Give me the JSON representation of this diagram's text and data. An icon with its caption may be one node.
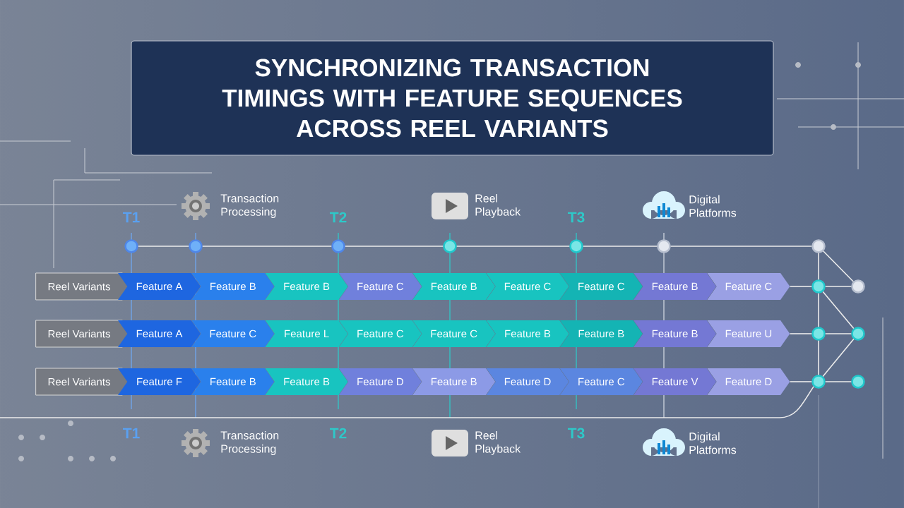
{
  "diagram": {
    "title": "SYNCHRONIZING TRANSACTION TIMINGS WITH FEATURE SEQUENCES ACROSS REEL VARIANTS",
    "nodes": [
      {
        "text": [],
        "shape": "circle"
      },
      {
        "text": [],
        "shape": "circle"
      },
      {
        "text": [],
        "shape": "circle"
      },
      {
        "text": [],
        "shape": "circle"
      },
      {
        "text": [],
        "shape": "circle"
      },
      {
        "text": [],
        "shape": "circle"
      },
      {
        "text": [],
        "shape": "circle"
      },
      {
        "text": [
          "Reel Variants"
        ]
      },
      {
        "text": [
          "Feature A"
        ]
      },
      {
        "text": [
          "Feature B"
        ]
      },
      {
        "text": [
          "Feature B"
        ]
      },
      {
        "text": [
          "Feature C"
        ]
      },
      {
        "text": [
          "Feature B"
        ]
      },
      {
        "text": [
          "Feature C"
        ]
      },
      {
        "text": [
          "Feature C"
        ]
      },
      {
        "text": [
          "Feature B"
        ]
      },
      {
        "text": [
          "Feature C"
        ]
      },
      {
        "text": [],
        "shape": "circle"
      },
      {
        "text": [],
        "shape": "circle"
      },
      {
        "text": [
          "Reel Variants"
        ]
      },
      {
        "text": [
          "Feature A"
        ]
      },
      {
        "text": [
          "Feature C"
        ]
      },
      {
        "text": [
          "Feature L"
        ]
      },
      {
        "text": [
          "Feature C"
        ]
      },
      {
        "text": [
          "Feature C"
        ]
      },
      {
        "text": [
          "Feature B"
        ]
      },
      {
        "text": [
          "Feature B"
        ]
      },
      {
        "text": [
          "Feature B"
        ]
      },
      {
        "text": [
          "Feature U"
        ]
      },
      {
        "text": [],
        "shape": "circle"
      },
      {
        "text": [],
        "shape": "circle"
      },
      {
        "text": [
          "Reel Variants"
        ]
      },
      {
        "text": [
          "Feature F"
        ]
      },
      {
        "text": [
          "Feature B"
        ]
      },
      {
        "text": [
          "Feature B"
        ]
      },
      {
        "text": [
          "Feature D"
        ]
      },
      {
        "text": [
          "Feature B"
        ]
      },
      {
        "text": [
          "Feature D"
        ]
      },
      {
        "text": [
          "Feature C"
        ]
      },
      {
        "text": [
          "Feature V"
        ]
      },
      {
        "text": [
          "Feature D"
        ]
      },
      {
        "text": [],
        "shape": "circle"
      },
      {
        "text": [],
        "shape": "circle"
      }
    ],
    "edges": [
      {
        "from": 0,
        "to": 1,
        "arrow": "none"
      },
      {
        "from": 1,
        "to": 2,
        "arrow": "none"
      },
      {
        "from": 2,
        "to": 3,
        "arrow": "none"
      },
      {
        "from": 3,
        "to": 4,
        "arrow": "none"
      },
      {
        "from": 4,
        "to": 5,
        "arrow": "none"
      },
      {
        "from": 5,
        "to": 6,
        "arrow": "none"
      },
      {
        "from": 6,
        "to": 17,
        "arrow": "none"
      },
      {
        "from": 6,
        "to": 18,
        "arrow": "none"
      },
      {
        "from": 16,
        "to": 17,
        "arrow": "none"
      },
      {
        "from": 17,
        "to": 18,
        "arrow": "none"
      },
      {
        "from": 17,
        "to": 29,
        "arrow": "none"
      },
      {
        "from": 17,
        "to": 30,
        "arrow": "none"
      },
      {
        "from": 28,
        "to": 29,
        "arrow": "none"
      },
      {
        "from": 29,
        "to": 30,
        "arrow": "none"
      },
      {
        "from": 29,
        "to": 41,
        "arrow": "none"
      },
      {
        "from": 30,
        "to": 41,
        "arrow": "none"
      },
      {
        "from": 40,
        "to": 41,
        "arrow": "none"
      },
      {
        "from": 41,
        "to": 42,
        "arrow": "none"
      },
      {
        "from": 41,
        "to": null,
        "arrow": "none"
      }
    ],
    "labels": [
      "T1",
      "Transaction Processing",
      "T2",
      "Reel Playback",
      "T3",
      "Digital Platforms",
      "T1",
      "Transaction Processing",
      "T2",
      "Reel Playback",
      "T3",
      "Digital Platforms"
    ]
  }
}
